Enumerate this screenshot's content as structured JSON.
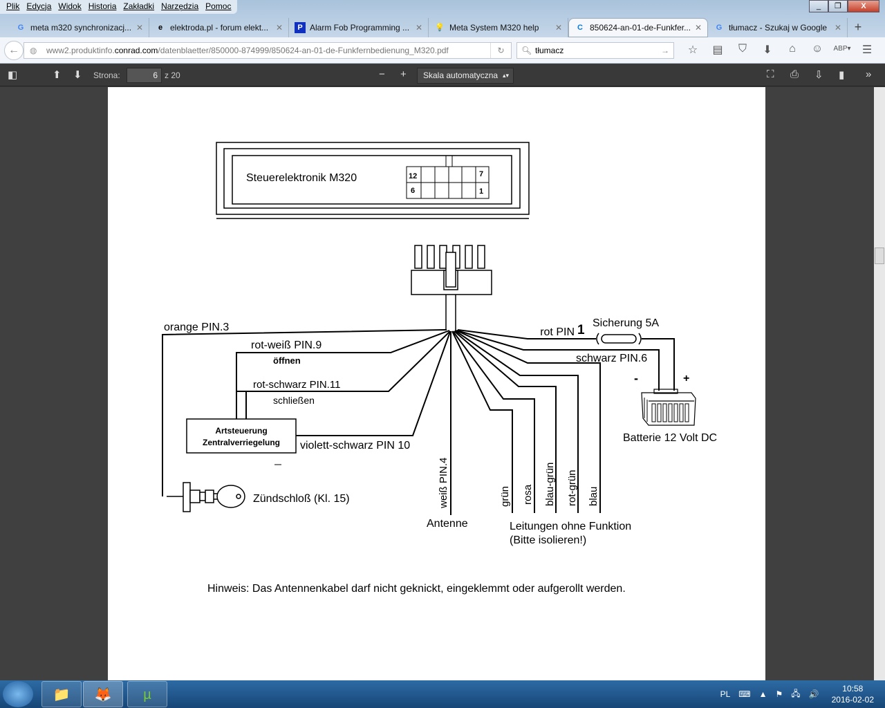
{
  "menu": [
    "Plik",
    "Edycja",
    "Widok",
    "Historia",
    "Zakładki",
    "Narzędzia",
    "Pomoc"
  ],
  "tabs": [
    {
      "label": "meta m320 synchronizacj...",
      "icon": "google-icon"
    },
    {
      "label": "elektroda.pl - forum elekt...",
      "icon": "elektroda-icon"
    },
    {
      "label": "Alarm Fob Programming ...",
      "icon": "p-icon"
    },
    {
      "label": "Meta System M320 help",
      "icon": "bulb-icon"
    },
    {
      "label": "850624-an-01-de-Funkfer...",
      "icon": "conrad-icon",
      "active": true
    },
    {
      "label": "tłumacz - Szukaj w Google",
      "icon": "google-icon"
    }
  ],
  "url": {
    "prefix": "www2.produktinfo.",
    "domain": "conrad.com",
    "path": "/datenblaetter/850000-874999/850624-an-01-de-Funkfernbedienung_M320.pdf"
  },
  "search": {
    "value": "tłumacz"
  },
  "pdf": {
    "page_label": "Strona:",
    "page": "6",
    "of": "z 20",
    "zoom": "Skala automatyczna"
  },
  "diagram": {
    "unit": "Steuerelektronik M320",
    "pins": [
      "12",
      "7",
      "6",
      "1"
    ],
    "orange": "orange PIN.3",
    "rotweiss": "rot-weiß PIN.9",
    "oeffnen": "öffnen",
    "rotschwarz": "rot-schwarz  PIN.11",
    "schliessen": "schließen",
    "module1": "Artsteuerung",
    "module2": "Zentralverriegelung",
    "violett": "violett-schwarz PIN 10",
    "zuend": "Zündschloß  (Kl. 15)",
    "weiss": "weiß  PIN.4",
    "antenne": "Antenne",
    "rot": "rot  PIN",
    "rot_num": "1",
    "fuse": "Sicherung 5A",
    "schwarz": "schwarz  PIN.6",
    "minus": "-",
    "plus": "+",
    "battery": "Batterie 12 Volt DC",
    "unused": [
      "grün",
      "rosa",
      "blau-grün",
      "rot-grün",
      "blau"
    ],
    "unused1": "Leitungen ohne Funktion",
    "unused2": "(Bitte  isolieren!)",
    "note": "Hinweis: Das Antennenkabel darf nicht geknickt, eingeklemmt oder aufgerollt werden."
  },
  "tray": {
    "lang": "PL",
    "time": "10:58",
    "date": "2016-02-02"
  }
}
